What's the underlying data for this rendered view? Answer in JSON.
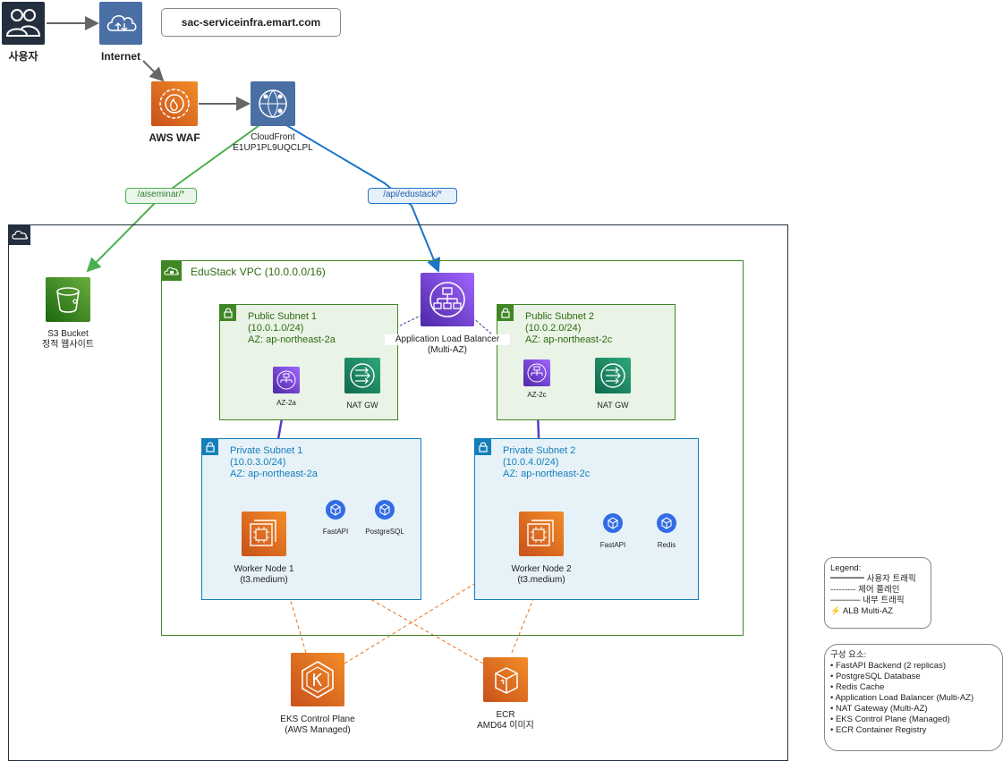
{
  "domain_url": "sac-serviceinfra.emart.com",
  "nodes": {
    "user": "사용자",
    "internet": "Internet",
    "waf": "AWS WAF",
    "cloudfront_line1": "CloudFront",
    "cloudfront_line2": "E1UP1PL9UQCLPL",
    "s3_line1": "S3 Bucket",
    "s3_line2": "정적 웹사이트",
    "alb_line1": "Application Load Balancer",
    "alb_line2": "(Multi-AZ)",
    "alb_az_a": "AZ-2a",
    "alb_az_c": "AZ-2c",
    "nat_a": "NAT GW",
    "nat_c": "NAT GW",
    "pod_fastapi_1": "FastAPI",
    "pod_postgres": "PostgreSQL",
    "pod_fastapi_2": "FastAPI",
    "pod_redis": "Redis",
    "worker1_line1": "Worker Node 1",
    "worker1_line2": "(t3.medium)",
    "worker2_line1": "Worker Node 2",
    "worker2_line2": "(t3.medium)",
    "eks_line1": "EKS Control Plane",
    "eks_line2": "(AWS Managed)",
    "ecr_line1": "ECR",
    "ecr_line2": "AMD64 이미지"
  },
  "routes": {
    "aiseminar": "/aiseminar/*",
    "edustack": "/api/edustack/*"
  },
  "vpc": {
    "label": "EduStack VPC (10.0.0.0/16)"
  },
  "subnets": {
    "public1": {
      "name": "Public Subnet 1",
      "cidr": "(10.0.1.0/24)",
      "az": "AZ: ap-northeast-2a"
    },
    "public2": {
      "name": "Public Subnet 2",
      "cidr": "(10.0.2.0/24)",
      "az": "AZ: ap-northeast-2c"
    },
    "private1": {
      "name": "Private Subnet 1",
      "cidr": "(10.0.3.0/24)",
      "az": "AZ: ap-northeast-2a"
    },
    "private2": {
      "name": "Private Subnet 2",
      "cidr": "(10.0.4.0/24)",
      "az": "AZ: ap-northeast-2c"
    }
  },
  "legend": {
    "title": "Legend:",
    "items": [
      "━━━━ 사용자 트래픽",
      "--------- 제어 플레인",
      "───── 내부 트래픽",
      "⚡ ALB Multi-AZ"
    ]
  },
  "components": {
    "title": "구성 요소:",
    "items": [
      "• FastAPI Backend (2 replicas)",
      "• PostgreSQL Database",
      "• Redis Cache",
      "• Application Load Balancer (Multi-AZ)",
      "• NAT Gateway (Multi-AZ)",
      "• EKS Control Plane (Managed)",
      "• ECR Container Registry"
    ]
  },
  "colors": {
    "aws_blue": "#4A6FA5",
    "orange": "#E8731A",
    "green": "#3F8624",
    "purple": "#8C4FFF",
    "route_green": "#4CAF50",
    "route_blue": "#1E74C8",
    "private_blue": "#147EBA",
    "public_fill": "#E9F3E6",
    "private_fill": "#E6F2F8"
  }
}
